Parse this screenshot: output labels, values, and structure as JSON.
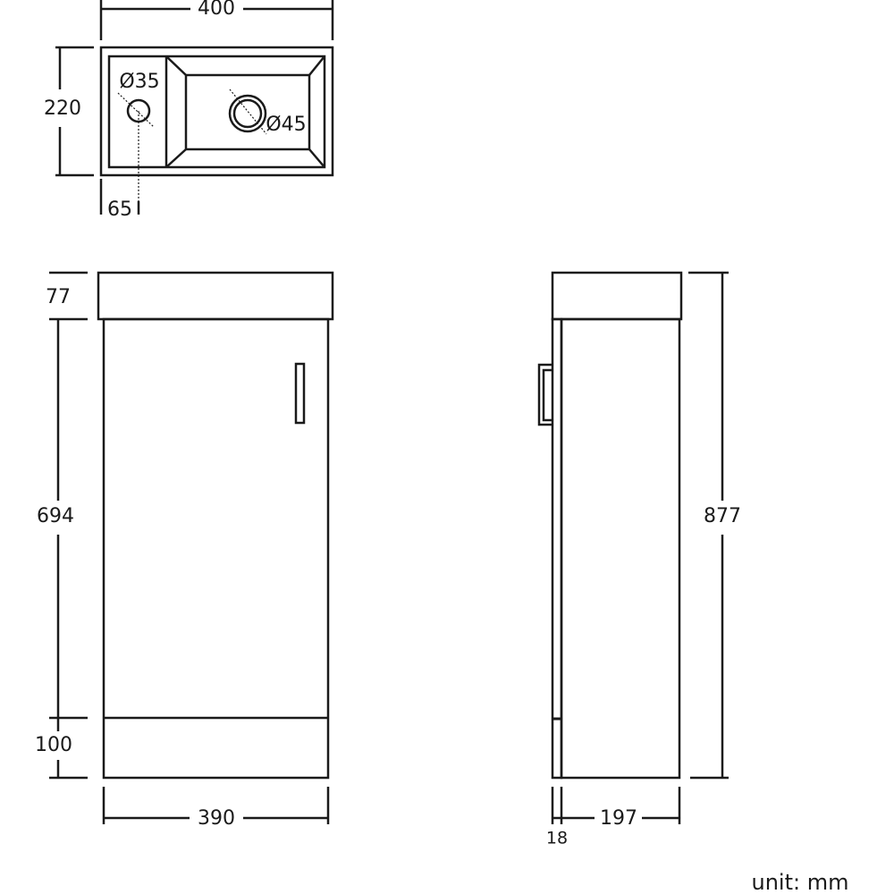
{
  "top_view": {
    "width_label": "400",
    "depth_label": "220",
    "tap_hole_label": "Ø35",
    "waste_label": "Ø45",
    "tap_offset_label": "65"
  },
  "front_view": {
    "basin_height_label": "77",
    "cabinet_height_label": "694",
    "plinth_height_label": "100",
    "width_label": "390"
  },
  "side_view": {
    "total_height_label": "877",
    "depth_label": "197",
    "door_thickness_label": "18"
  },
  "unit_label": "unit: mm"
}
